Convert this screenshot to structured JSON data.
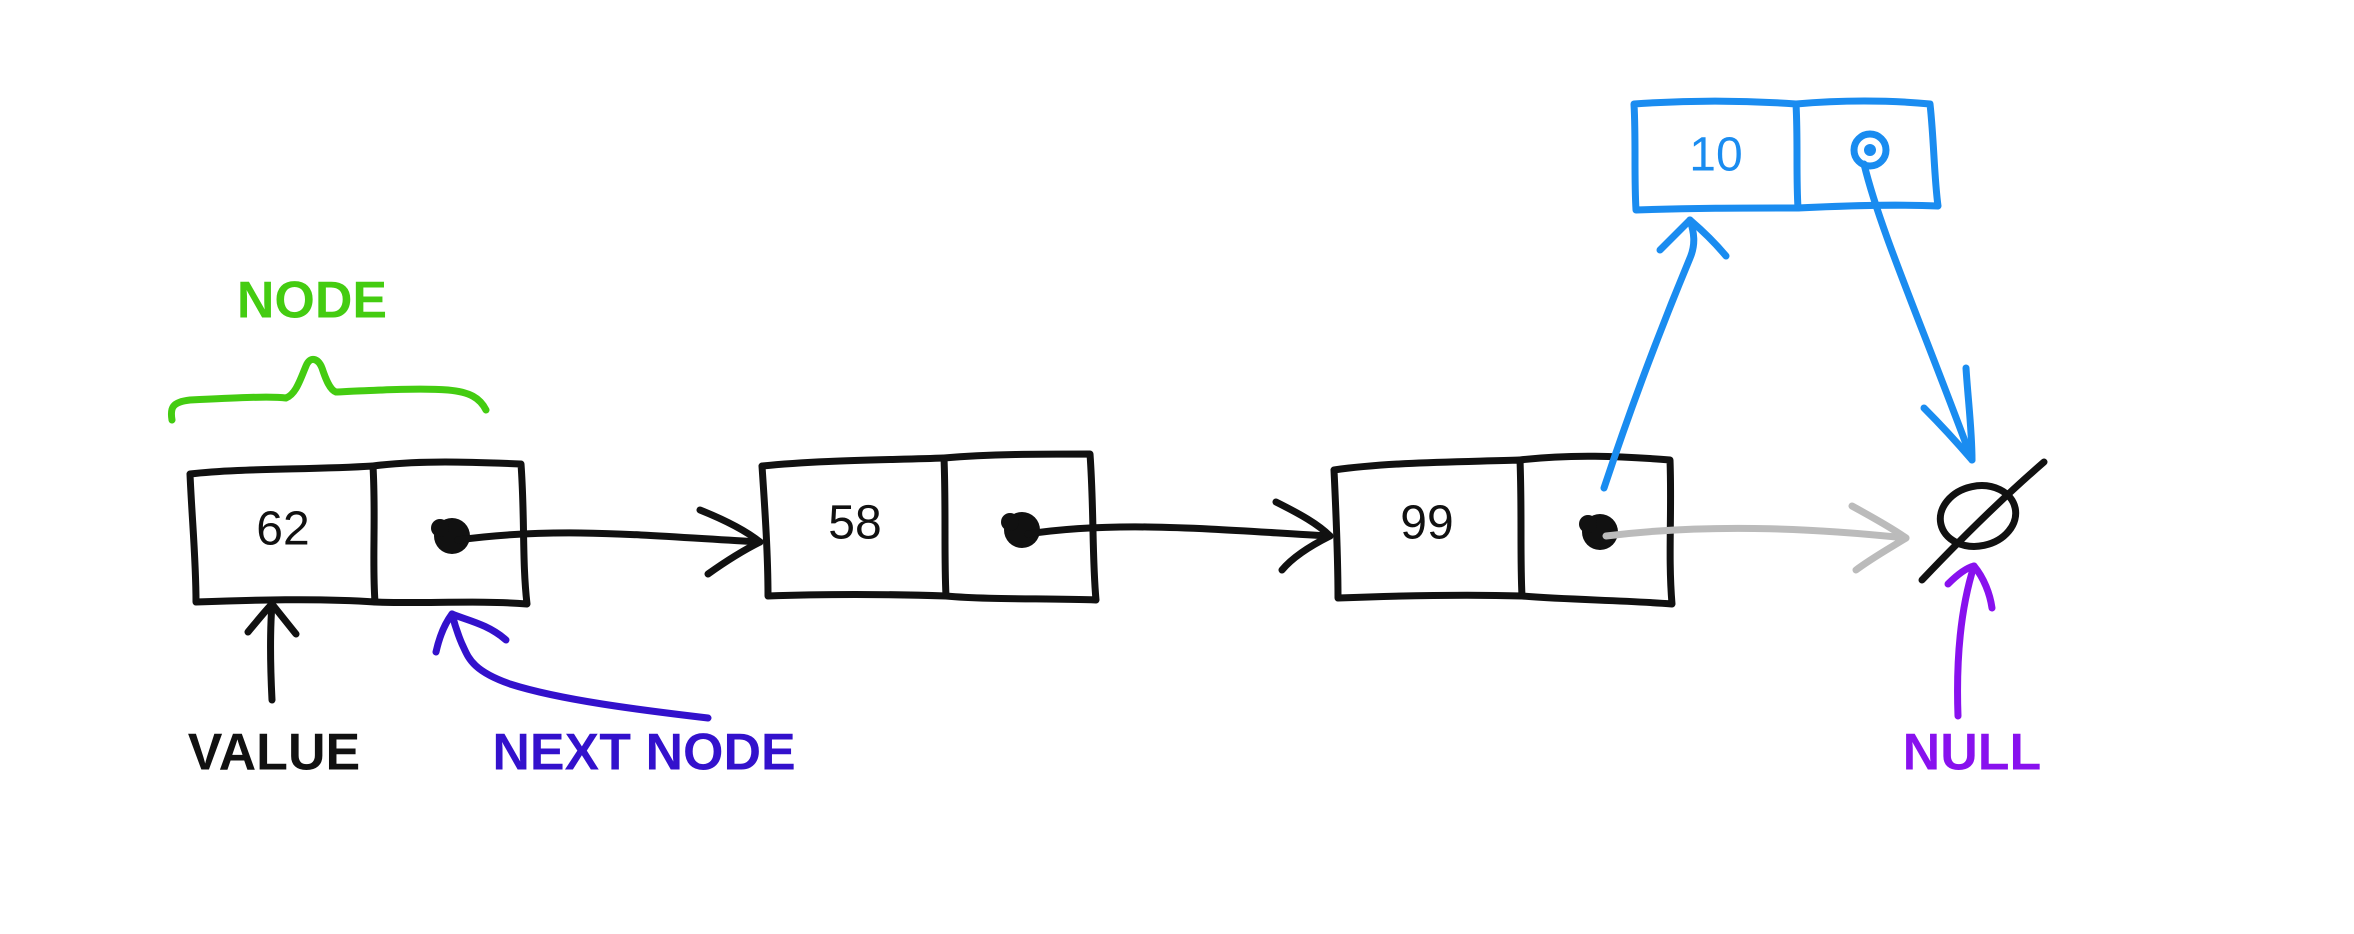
{
  "nodes": [
    {
      "value": "62",
      "color": "#111111"
    },
    {
      "value": "58",
      "color": "#111111"
    },
    {
      "value": "99",
      "color": "#111111"
    },
    {
      "value": "10",
      "color": "#1a8cf0"
    }
  ],
  "labels": {
    "node": "NODE",
    "value": "VALUE",
    "next_node": "NEXT NODE",
    "null": "NULL"
  },
  "colors": {
    "ink": "#111111",
    "node_label": "#44cc11",
    "next_node_label": "#3311cc",
    "null_label": "#8811ee",
    "inserted_node": "#1a8cf0",
    "old_link": "#bbbbbb"
  }
}
